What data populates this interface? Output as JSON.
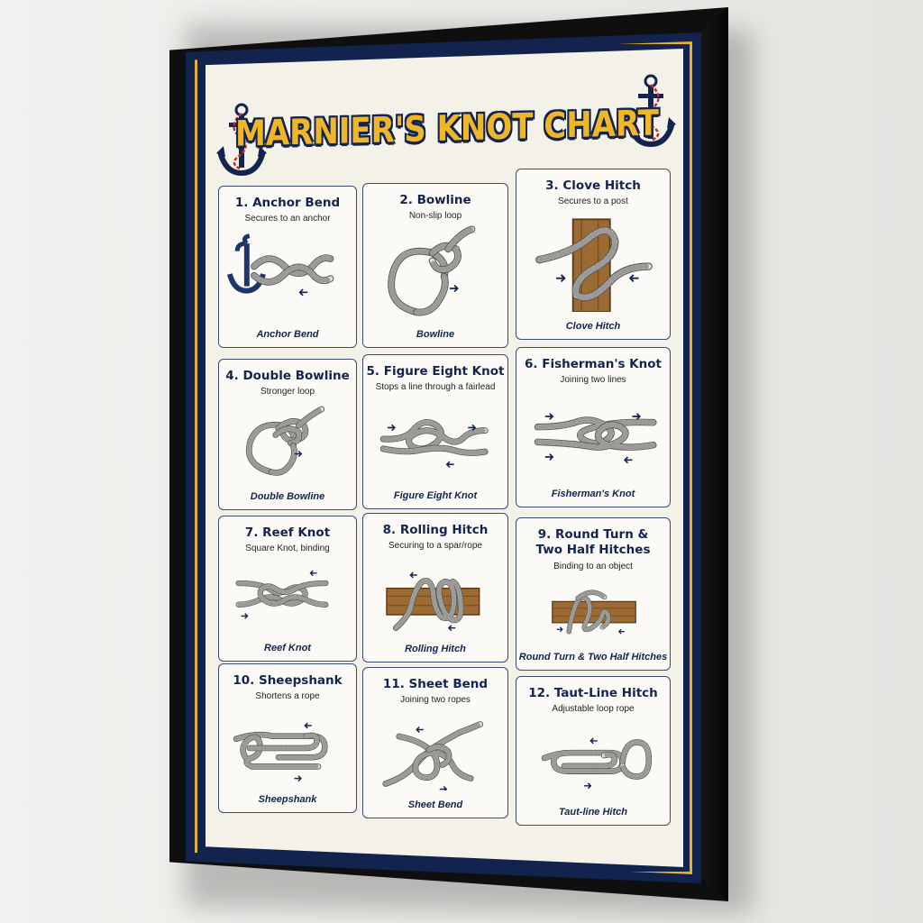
{
  "poster": {
    "title": "MARNIER'S KNOT CHART",
    "colors": {
      "navy": "#13244f",
      "gold": "#e3b12a",
      "paper": "#f4f1e8",
      "rope": "#d9d9d6",
      "wood": "#9c6a33"
    }
  },
  "knots": [
    {
      "name": "1. Anchor Bend",
      "desc": "Secures to an anchor",
      "caption": "Anchor Bend",
      "icon": "anchor-bend-icon"
    },
    {
      "name": "2. Bowline",
      "desc": "Non-slip loop",
      "caption": "Bowline",
      "icon": "bowline-icon"
    },
    {
      "name": "3. Clove Hitch",
      "desc": "Secures to a post",
      "caption": "Clove Hitch",
      "icon": "clove-hitch-icon"
    },
    {
      "name": "4. Double Bowline",
      "desc": "Stronger loop",
      "caption": "Double Bowline",
      "icon": "double-bowline-icon"
    },
    {
      "name": "5. Figure Eight Knot",
      "desc": "Stops a line through a fairlead",
      "caption": "Figure Eight Knot",
      "icon": "figure-eight-icon"
    },
    {
      "name": "6. Fisherman's Knot",
      "desc": "Joining two lines",
      "caption": "Fisherman's Knot",
      "icon": "fishermans-knot-icon"
    },
    {
      "name": "7. Reef Knot",
      "desc": "Square Knot, binding",
      "caption": "Reef Knot",
      "icon": "reef-knot-icon"
    },
    {
      "name": "8. Rolling Hitch",
      "desc": "Securing to a spar/rope",
      "caption": "Rolling Hitch",
      "icon": "rolling-hitch-icon"
    },
    {
      "name": "9. Round Turn &",
      "name2": "Two Half Hitches",
      "desc": "Binding to an object",
      "caption": "Round Turn & Two Half Hitches",
      "icon": "round-turn-icon"
    },
    {
      "name": "10. Sheepshank",
      "desc": "Shortens a rope",
      "caption": "Sheepshank",
      "icon": "sheepshank-icon"
    },
    {
      "name": "11. Sheet Bend",
      "desc": "Joining two ropes",
      "caption": "Sheet Bend",
      "icon": "sheet-bend-icon"
    },
    {
      "name": "12. Taut-Line Hitch",
      "desc": "Adjustable loop rope",
      "caption": "Taut-line Hitch",
      "icon": "taut-line-hitch-icon"
    }
  ]
}
